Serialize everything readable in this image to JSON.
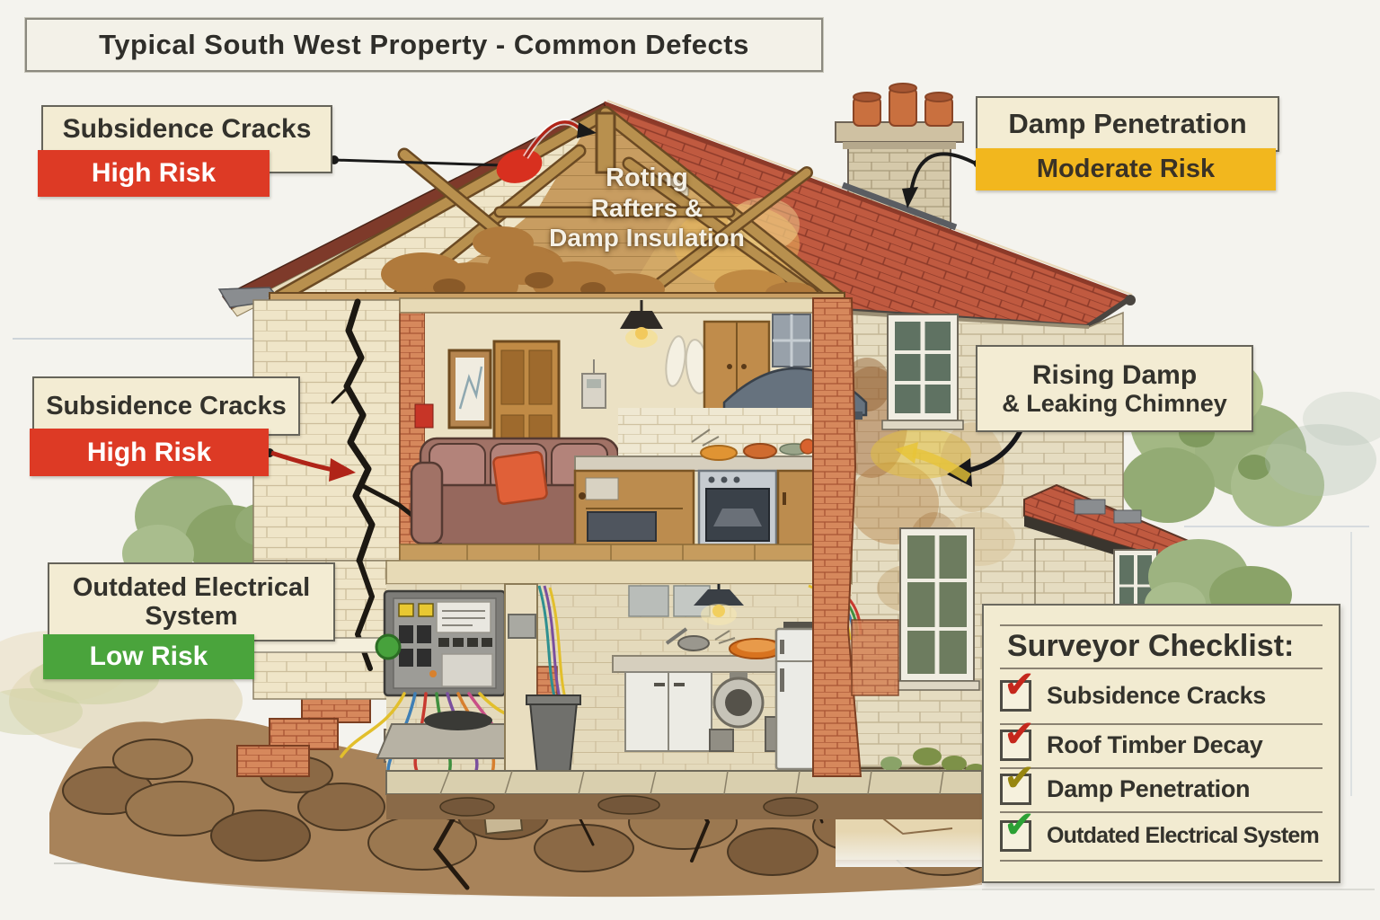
{
  "title": "Typical South West Property - Common Defects",
  "callouts": {
    "roof": {
      "title": "Subsidence Cracks",
      "risk": "High Risk"
    },
    "damp": {
      "title": "Damp Penetration",
      "risk": "Moderate Risk"
    },
    "wall": {
      "title": "Subsidence Cracks",
      "risk": "High Risk"
    },
    "rising_damp": {
      "line1": "Rising Damp",
      "line2": "& Leaking Chimney"
    },
    "electrical": {
      "line1": "Outdated Electrical",
      "line2": "System",
      "risk": "Low Risk"
    }
  },
  "attic_note": {
    "line1": "Roting",
    "line2": "Rafters &",
    "line3": "Damp Insulation"
  },
  "checklist": {
    "title": "Surveyor Checklist:",
    "check_glyph": "✔",
    "items": [
      {
        "label": "Subsidence Cracks",
        "check_color": "#c5271c"
      },
      {
        "label": "Roof Timber Decay",
        "check_color": "#c5271c"
      },
      {
        "label": "Damp Penetration",
        "check_color": "#97860f"
      },
      {
        "label": "Outdated Electrical System",
        "check_color": "#2ca135"
      }
    ]
  },
  "risk_colors": {
    "high": "#dd3a25",
    "moderate": "#f2b71e",
    "low": "#4aa43c"
  }
}
